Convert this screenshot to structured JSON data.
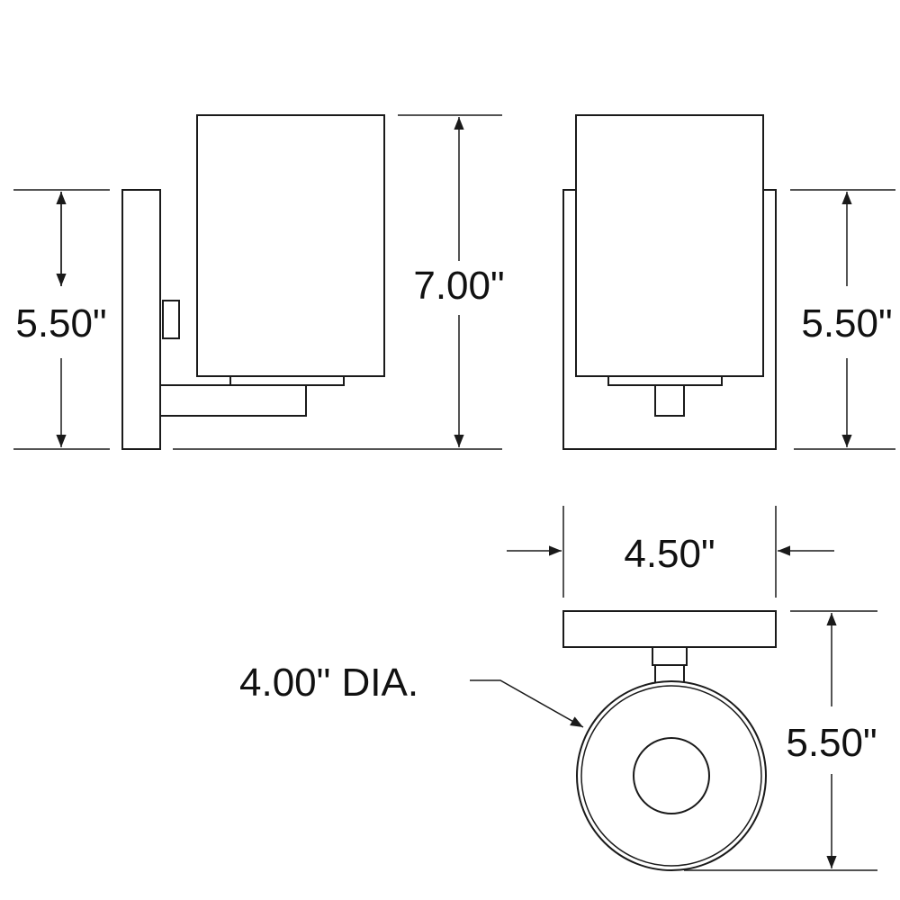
{
  "dimensions": {
    "side_wall_height": "5.50\"",
    "overall_height": "7.00\"",
    "front_wall_height": "5.50\"",
    "backplate_width": "4.50\"",
    "shade_diameter": "4.00\" DIA.",
    "extension": "5.50\""
  },
  "colors": {
    "line": "#1a1a1a",
    "background": "#ffffff"
  }
}
